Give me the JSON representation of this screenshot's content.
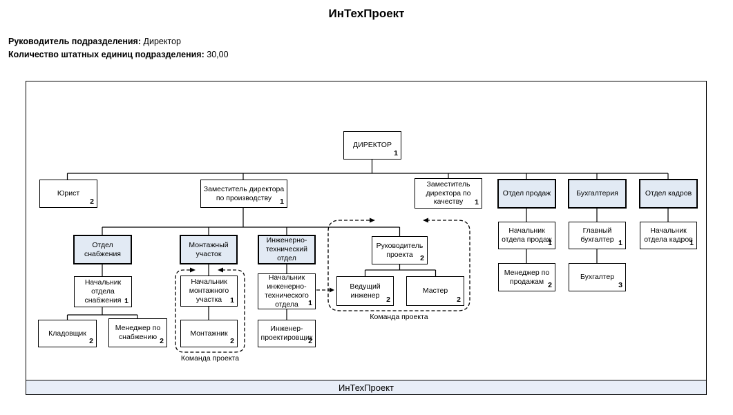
{
  "title": "ИнТехПроект",
  "header": {
    "manager_label": "Руководитель подразделения:",
    "manager_value": "Директор",
    "count_label": "Количество штатных единиц подразделения:",
    "count_value": "30,00"
  },
  "footer": {
    "label": "ИнТехПроект"
  },
  "colors": {
    "dept_fill": "#e2eaf4",
    "footer_fill": "#e8eef8",
    "line": "#000000"
  },
  "teams": {
    "assembly": {
      "caption": "Команда проекта"
    },
    "project": {
      "caption": "Команда проекта"
    }
  },
  "nodes": {
    "director": {
      "label": "ДИРЕКТОР",
      "count": "1"
    },
    "lawyer": {
      "label": "Юрист",
      "count": "2"
    },
    "deputy_production": {
      "label": "Заместитель директора по производству",
      "count": "1"
    },
    "deputy_quality": {
      "label": "Заместитель директора по качеству",
      "count": "1"
    },
    "sales_dept": {
      "label": "Отдел продаж"
    },
    "accounting_dept": {
      "label": "Бухгалтерия"
    },
    "hr_dept": {
      "label": "Отдел кадров"
    },
    "supply_dept": {
      "label": "Отдел снабжения"
    },
    "assembly_dept": {
      "label": "Монтажный участок"
    },
    "engineering_dept": {
      "label": "Инженерно-технический отдел"
    },
    "project_manager": {
      "label": "Руководитель проекта",
      "count": "2"
    },
    "supply_head": {
      "label": "Начальник отдела снабжения",
      "count": "1"
    },
    "assembly_head": {
      "label": "Начальник монтажного участка",
      "count": "1"
    },
    "engineering_head": {
      "label": "Начальник инженерно-технического отдела",
      "count": "1"
    },
    "lead_engineer": {
      "label": "Ведущий инженер",
      "count": "2"
    },
    "master": {
      "label": "Мастер",
      "count": "2"
    },
    "sales_head": {
      "label": "Начальник отдела продаж",
      "count": "1"
    },
    "chief_accountant": {
      "label": "Главный бухгалтер",
      "count": "1"
    },
    "hr_head": {
      "label": "Начальник отдела кадров",
      "count": "1"
    },
    "storekeeper": {
      "label": "Кладовщик",
      "count": "2"
    },
    "supply_manager": {
      "label": "Менеджер по снабжению",
      "count": "2"
    },
    "assembler": {
      "label": "Монтажник",
      "count": "2"
    },
    "design_engineer": {
      "label": "Инженер-проектировщик",
      "count": "2"
    },
    "sales_manager": {
      "label": "Менеджер по продажам",
      "count": "2"
    },
    "accountant": {
      "label": "Бухгалтер",
      "count": "3"
    }
  }
}
